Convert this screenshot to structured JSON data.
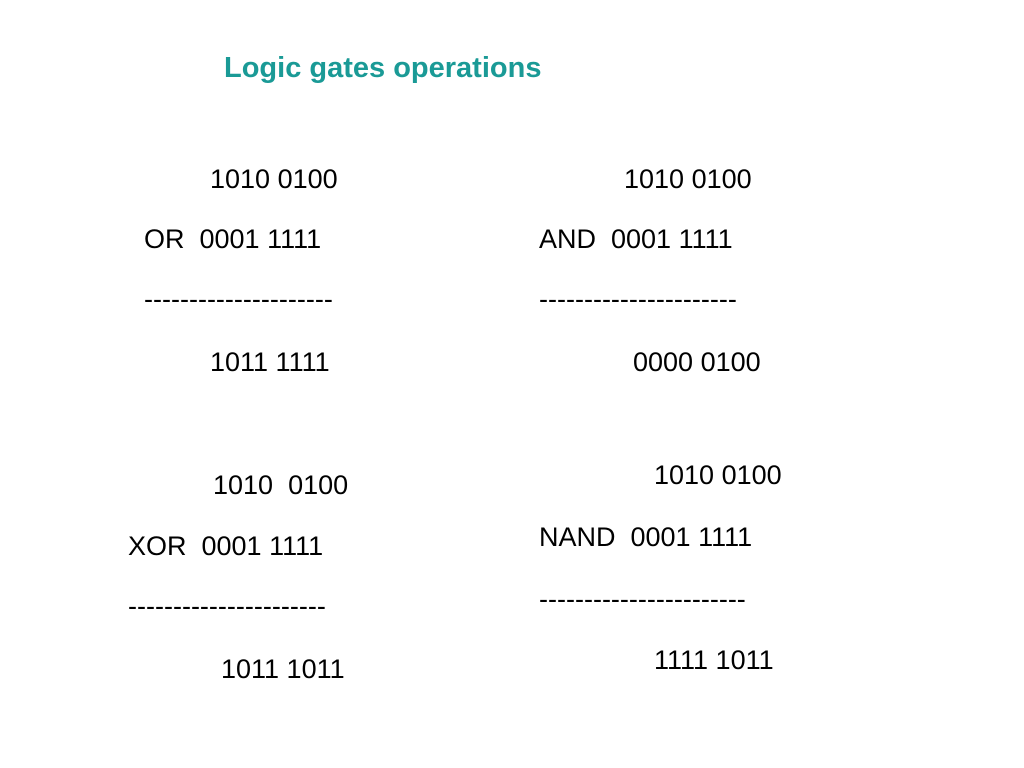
{
  "title": "Logic gates operations",
  "title_color": "#1a9a96",
  "blocks": {
    "or": {
      "operand1": "1010 0100",
      "operator_line": "OR  0001 1111",
      "separator": "---------------------",
      "result": "1011 1111"
    },
    "and": {
      "operand1": "1010 0100",
      "operator_line": "AND  0001 1111",
      "separator": "----------------------",
      "result": "0000 0100"
    },
    "xor": {
      "operand1": "1010  0100",
      "operator_line": "XOR  0001 1111",
      "separator": "----------------------",
      "result": "1011 1011"
    },
    "nand": {
      "operand1": "1010 0100",
      "operator_line": "NAND  0001 1111",
      "separator": "-----------------------",
      "result": "1111 1011"
    }
  }
}
